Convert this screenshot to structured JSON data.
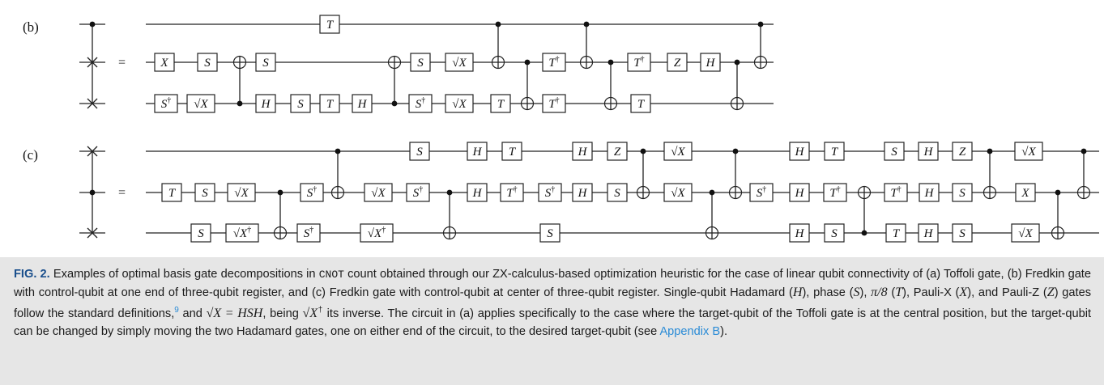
{
  "figure": {
    "panel_b": {
      "label": "(b)",
      "equals": "=",
      "gates": [
        "T",
        "X",
        "S",
        "S",
        "S",
        "√X",
        "T†",
        "T†",
        "Z",
        "H",
        "S†",
        "√X",
        "H",
        "S",
        "T",
        "H",
        "S†",
        "√X",
        "T",
        "T†",
        "T"
      ]
    },
    "panel_c": {
      "label": "(c)",
      "equals": "=",
      "gates": [
        "S",
        "H",
        "T",
        "H",
        "Z",
        "√X",
        "H",
        "T",
        "S",
        "H",
        "Z",
        "√X",
        "T",
        "S",
        "√X",
        "S†",
        "√X",
        "S†",
        "H",
        "T†",
        "S†",
        "H",
        "S",
        "√X",
        "S†",
        "H",
        "T†",
        "T†",
        "H",
        "S",
        "X",
        "S",
        "√X†",
        "S†",
        "√X†",
        "S",
        "H",
        "S",
        "T",
        "H",
        "S",
        "√X"
      ]
    }
  },
  "caption": {
    "fig_label": "FIG. 2.",
    "p1": " Examples of optimal basis gate decompositions in ",
    "cnot": "CNOT",
    "p2": " count obtained through our ZX-calculus-based optimization heuristic for the case of linear qubit connectivity of (a) Toffoli gate, (b) Fredkin gate with control-qubit at one end of three-qubit register, and (c) Fredkin gate with control-qubit at center of three-qubit register. Single-qubit Hadamard (",
    "H": "H",
    "p3": "), phase (",
    "S": "S",
    "p4": "), ",
    "pi8": "π/8",
    "p5": " (",
    "T": "T",
    "p6": "), Pauli-X (",
    "X": "X",
    "p7": "), and Pauli-Z (",
    "Z": "Z",
    "p8": ") gates follow the standard definitions,",
    "ref9": "9",
    "p9": " and ",
    "sqrtx_eq": "√X = HSH",
    "p10": ", being ",
    "sqrtx_dag": "√X",
    "dag": "†",
    "p11": " its inverse. The circuit in (a) applies specifically to the case where the target-qubit of the Toffoli gate is at the central position, but the target-qubit can be changed by simply moving the two Hadamard gates, one on either end of the circuit, to the desired target-qubit (see ",
    "appendix": "Appendix B",
    "p12": ")."
  }
}
